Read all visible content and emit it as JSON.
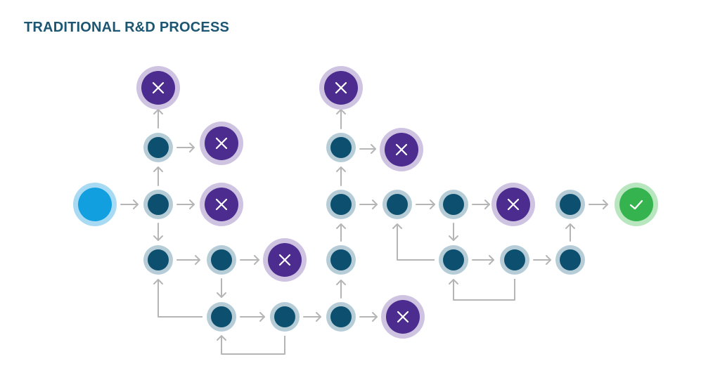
{
  "title": "TRADITIONAL R&D PROCESS",
  "colors": {
    "title": "#1c5672",
    "arrow": "#b5b5b5",
    "step_fill": "#0c4f6e",
    "step_ring": "#b6cdd8",
    "failure_fill": "#4c2c8e",
    "failure_ring": "#cfc3e2",
    "start_fill": "#129fe0",
    "start_ring": "#a8dbf3",
    "success_fill": "#34b34e",
    "success_ring": "#b8e6bf"
  },
  "node_kinds": {
    "start": "start-node",
    "step": "process-step-node",
    "failure": "failure-node",
    "success": "success-node"
  },
  "icons": {
    "failure": "x-icon",
    "success": "checkmark-icon"
  }
}
